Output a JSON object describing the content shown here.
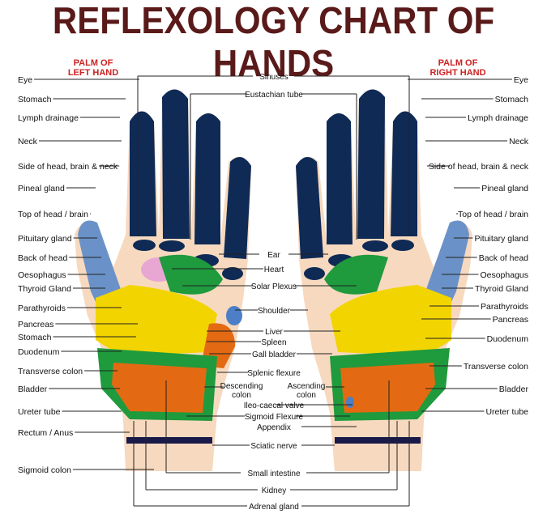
{
  "title": "REFLEXOLOGY CHART OF HANDS",
  "palm_left": [
    "PALM OF",
    "LEFT HAND"
  ],
  "palm_right": [
    "PALM OF",
    "RIGHT HAND"
  ],
  "left_labels": [
    "Eye",
    "Stomach",
    "Lymph drainage",
    "Neck",
    "Side of head, brain & neck",
    "Pineal gland",
    "Top of head / brain",
    "Pituitary gland",
    "Back of head",
    "Oesophagus",
    "Thyroid Gland",
    "Parathyroids",
    "Pancreas",
    "Stomach",
    "Duodenum",
    "Transverse colon",
    "Bladder",
    "Ureter tube",
    "Rectum / Anus",
    "Sigmoid colon"
  ],
  "right_labels": [
    "Eye",
    "Stomach",
    "Lymph drainage",
    "Neck",
    "Side of head, brain & neck",
    "Pineal gland",
    "Top of head / brain",
    "Pituitary gland",
    "Back of head",
    "Oesophagus",
    "Thyroid Gland",
    "Parathyroids",
    "Pancreas",
    "Duodenum",
    "Transverse colon",
    "Bladder",
    "Ureter tube"
  ],
  "center_labels": [
    "Sinuses",
    "Eustachian tube",
    "Ear",
    "Heart",
    "Solar Plexus",
    "Shoulder",
    "Liver",
    "Spleen",
    "Gall bladder",
    "Splenic flexure",
    "Descending",
    "colon",
    "Ascending",
    "colon",
    "Ileo-caecal valve",
    "Sigmoid Flexure",
    "Appendix",
    "Sciatic nerve",
    "Small intestine",
    "Kidney",
    "Adrenal gland"
  ]
}
